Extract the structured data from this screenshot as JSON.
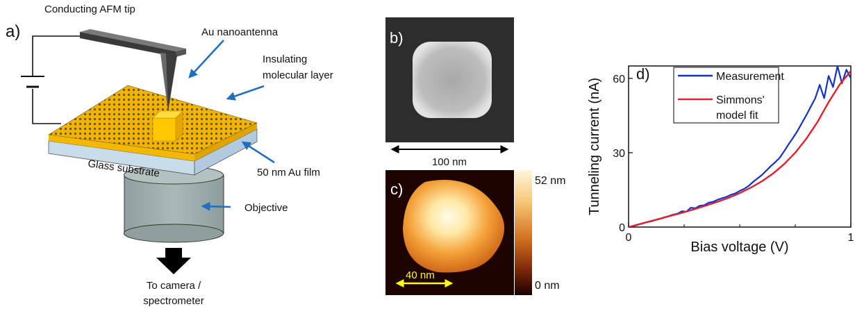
{
  "panel_a": {
    "letter": "a)",
    "labels": {
      "tip": "Conducting AFM tip",
      "antenna": "Au nanoantenna",
      "molecular_1": "Insulating",
      "molecular_2": "molecular layer",
      "glass": "Glass substrate",
      "au_film": "50 nm Au film",
      "objective": "Objective",
      "camera_1": "To camera /",
      "camera_2": "spectrometer"
    }
  },
  "panel_b": {
    "letter": "b)",
    "scale_label": "100 nm"
  },
  "panel_c": {
    "letter": "c)",
    "scale_label": "40 nm",
    "colorbar_max": "52 nm",
    "colorbar_min": "0 nm"
  },
  "panel_d": {
    "letter": "d)"
  },
  "colors": {
    "measurement": "#1030d0",
    "fit": "#e0202a",
    "arrow": "#1f6fbf",
    "gold": "#f5b800",
    "glass": "#c8dcea",
    "objective": "#9fb0ae",
    "scale_yellow": "#ffff00"
  },
  "chart_data": {
    "type": "line",
    "xlabel": "Bias voltage (V)",
    "ylabel": "Tunneling current (nA)",
    "xlim": [
      0,
      1
    ],
    "ylim": [
      0,
      65
    ],
    "xticks": [
      "0",
      "1"
    ],
    "yticks": [
      "0",
      "30",
      "60"
    ],
    "legend_position": "top-right",
    "series": [
      {
        "name": "Measurement",
        "color": "#1030d0",
        "x": [
          0.0,
          0.02,
          0.04,
          0.06,
          0.08,
          0.1,
          0.12,
          0.14,
          0.16,
          0.18,
          0.2,
          0.22,
          0.24,
          0.26,
          0.28,
          0.3,
          0.32,
          0.34,
          0.36,
          0.38,
          0.4,
          0.42,
          0.44,
          0.46,
          0.48,
          0.5,
          0.52,
          0.54,
          0.56,
          0.58,
          0.6,
          0.62,
          0.64,
          0.66,
          0.68,
          0.7,
          0.72,
          0.74,
          0.76,
          0.78,
          0.8,
          0.82,
          0.84,
          0.86,
          0.88,
          0.9,
          0.92,
          0.94,
          0.96,
          0.98,
          1.0
        ],
        "values": [
          0.0,
          0.4,
          0.9,
          1.4,
          1.9,
          2.3,
          2.8,
          3.3,
          3.9,
          4.4,
          5.0,
          5.4,
          6.4,
          6.2,
          7.8,
          7.6,
          8.6,
          8.8,
          9.8,
          10.2,
          11.0,
          11.6,
          12.2,
          13.0,
          13.6,
          14.6,
          15.4,
          16.6,
          18.2,
          19.6,
          21.0,
          22.8,
          24.6,
          26.2,
          28.0,
          30.6,
          33.4,
          36.0,
          38.8,
          42.0,
          45.2,
          48.6,
          52.0,
          57.4,
          52.0,
          61.0,
          56.5,
          65.0,
          58.0,
          63.5,
          60.0
        ]
      },
      {
        "name": "Simmons' model fit",
        "color": "#e0202a",
        "x": [
          0.0,
          0.05,
          0.1,
          0.15,
          0.2,
          0.25,
          0.3,
          0.35,
          0.4,
          0.45,
          0.5,
          0.55,
          0.6,
          0.65,
          0.7,
          0.75,
          0.8,
          0.85,
          0.9,
          0.95,
          1.0
        ],
        "values": [
          0.0,
          1.2,
          2.4,
          3.6,
          4.8,
          6.0,
          7.3,
          8.7,
          10.2,
          11.8,
          13.7,
          15.9,
          18.5,
          21.6,
          25.4,
          30.0,
          35.7,
          42.4,
          50.4,
          57.5,
          63.0
        ]
      }
    ]
  }
}
